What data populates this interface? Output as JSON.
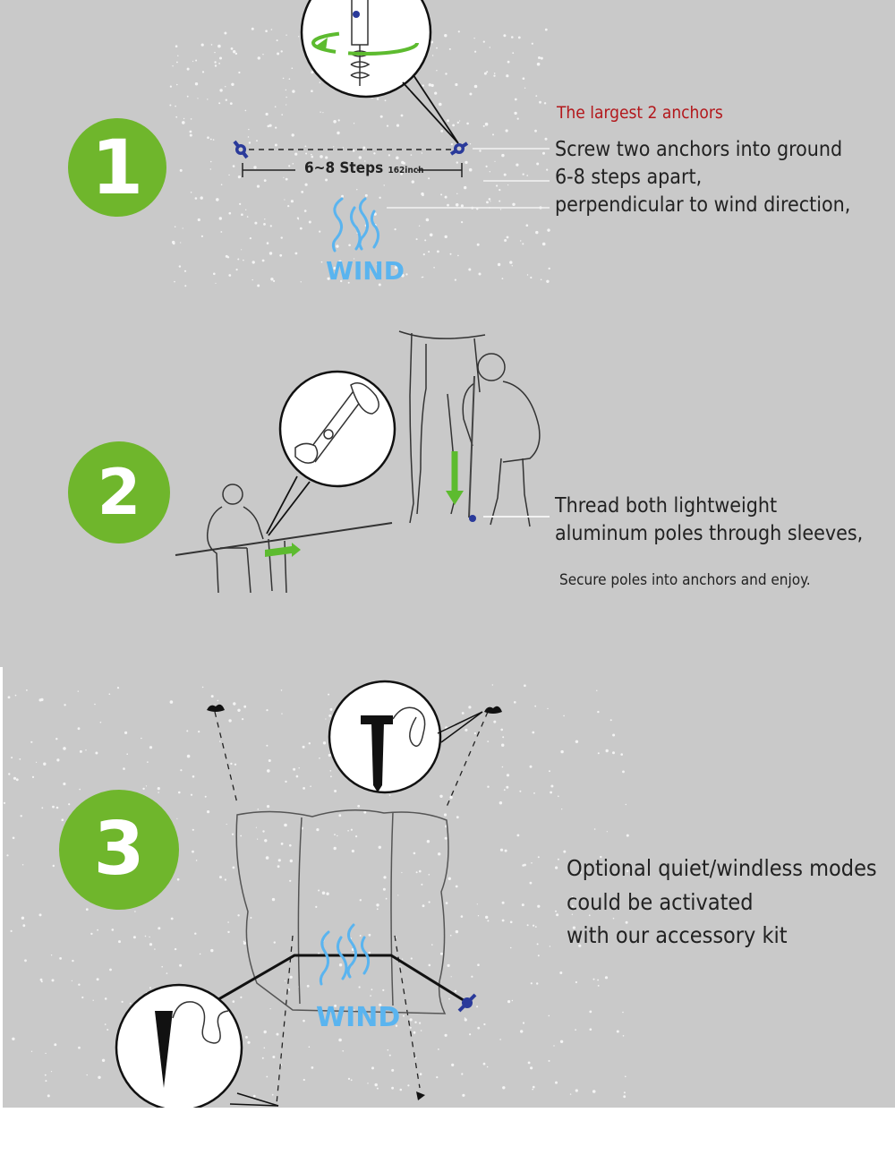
{
  "colors": {
    "badge_green": "#6fb62c",
    "background_gray": "#c9c9c9",
    "wind_blue": "#5ab4ef",
    "anchor_blue": "#2a3a9a",
    "accent_red": "#b3171b",
    "arrow_green": "#5dbb2f"
  },
  "step1": {
    "number": "1",
    "highlight": "The largest 2 anchors",
    "lines": [
      "Screw two anchors into ground",
      "6-8 steps apart,",
      "perpendicular to wind direction,"
    ],
    "distance_label": "6~8 Steps",
    "distance_unit": "162inch",
    "wind_label": "WIND",
    "icons": [
      "anchor-icon",
      "wind-icon",
      "screw-magnifier-icon"
    ]
  },
  "step2": {
    "number": "2",
    "lines": [
      "Thread both lightweight",
      "aluminum poles through sleeves,"
    ],
    "note": "Secure poles into anchors and enjoy.",
    "icons": [
      "pole-magnifier-icon",
      "green-arrow-icon"
    ]
  },
  "step3": {
    "number": "3",
    "lines": [
      "Optional quiet/windless modes",
      "could be activated",
      "with our accessory kit"
    ],
    "wind_label": "WIND",
    "icons": [
      "t-stake-icon",
      "spike-stake-icon",
      "anchor-icon",
      "wind-icon"
    ]
  }
}
